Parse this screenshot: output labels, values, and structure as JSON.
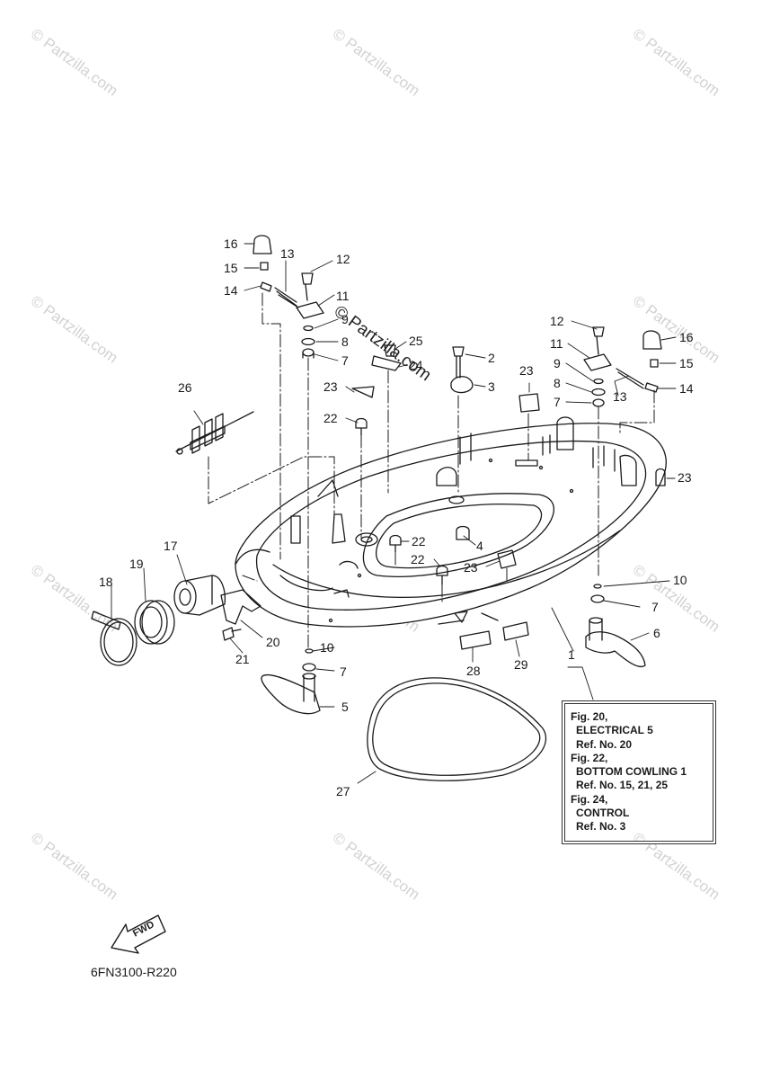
{
  "watermark_text": "© Partzilla.com",
  "center_watermark_text": "© Partzilla.com",
  "callouts": {
    "c1": "1",
    "c2": "2",
    "c3": "3",
    "c4": "4",
    "c5": "5",
    "c6": "6",
    "c7a": "7",
    "c7b": "7",
    "c7c": "7",
    "c7d": "7",
    "c8a": "8",
    "c8b": "8",
    "c9a": "9",
    "c9b": "9",
    "c10a": "10",
    "c10b": "10",
    "c11a": "11",
    "c11b": "11",
    "c12a": "12",
    "c12b": "12",
    "c13a": "13",
    "c13b": "13",
    "c14a": "14",
    "c14b": "14",
    "c15a": "15",
    "c15b": "15",
    "c16a": "16",
    "c16b": "16",
    "c17": "17",
    "c18": "18",
    "c19": "19",
    "c20": "20",
    "c21": "21",
    "c22a": "22",
    "c22b": "22",
    "c22c": "22",
    "c23a": "23",
    "c23b": "23",
    "c23c": "23",
    "c23d": "23",
    "c24": "24",
    "c25": "25",
    "c26": "26",
    "c27": "27",
    "c28": "28",
    "c29": "29"
  },
  "reference_box": {
    "line1": "Fig. 20,",
    "line2": "ELECTRICAL 5",
    "line3": "Ref. No. 20",
    "line4": "Fig. 22,",
    "line5": "BOTTOM COWLING 1",
    "line6": "Ref. No. 15, 21, 25",
    "line7": "Fig. 24,",
    "line8": "CONTROL",
    "line9": "Ref. No. 3"
  },
  "fwd_label": "FWD",
  "drawing_code": "6FN3100-R220",
  "colors": {
    "line": "#1a1a1a",
    "watermark": "#d2d2d2",
    "background": "#ffffff"
  }
}
